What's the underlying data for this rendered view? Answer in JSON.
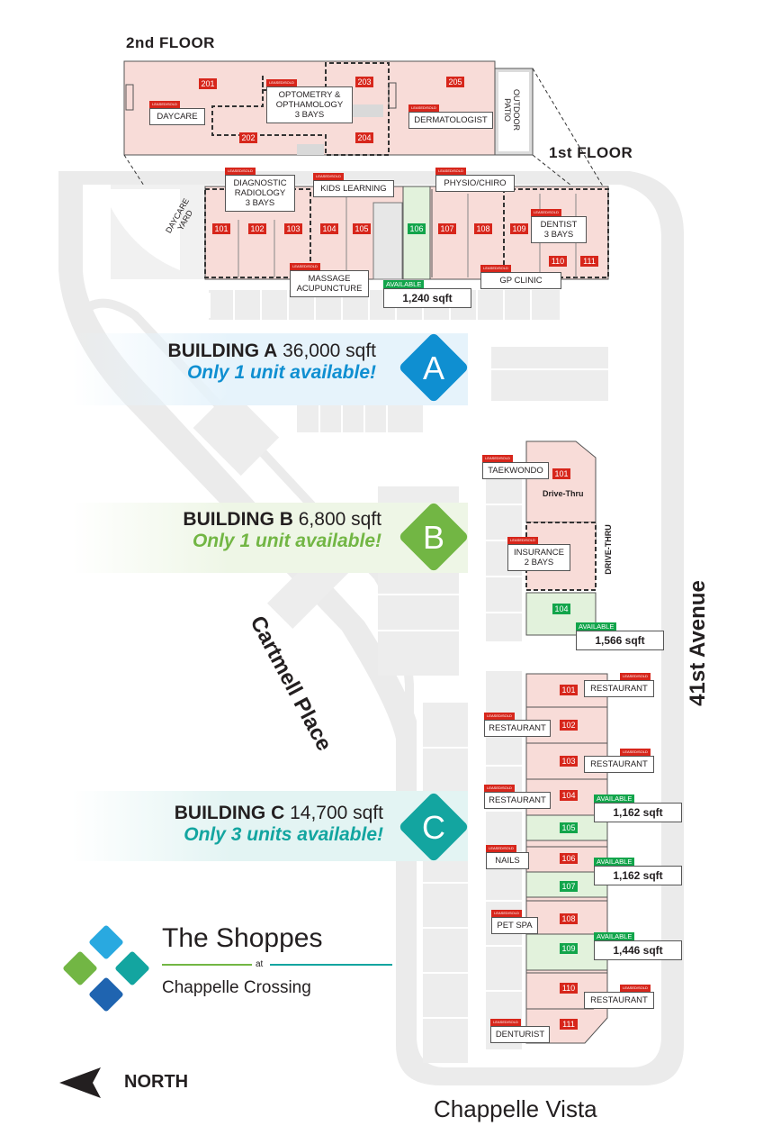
{
  "floors": {
    "second": "2nd FLOOR",
    "first": "1st FLOOR"
  },
  "tag_text": {
    "leased": "LEASED/SOLD",
    "available": "AVAILABLE"
  },
  "colors": {
    "leased": "#f8dcd8",
    "available": "#e2f2dc",
    "red_tag": "#d7261b",
    "green_tag": "#12a54b",
    "A": "#0f8fd1",
    "B": "#72b644",
    "C": "#13a5a0",
    "road": "#ebebeb",
    "logo_blue": "#29a9e0",
    "logo_green": "#72b644",
    "logo_teal": "#13a5a0",
    "logo_navy": "#1f64b0"
  },
  "second_floor": {
    "units": [
      {
        "num": "201",
        "status": "leased"
      },
      {
        "num": "202",
        "status": "leased"
      },
      {
        "num": "203",
        "status": "leased"
      },
      {
        "num": "204",
        "status": "leased"
      },
      {
        "num": "205",
        "status": "leased"
      }
    ],
    "tenants": [
      "DAYCARE",
      "OPTOMETRY &\nOPTHAMOLOGY\n3 BAYS",
      "DERMATOLOGIST"
    ],
    "patio": "OUTDOOR\nPATIO"
  },
  "building_a": {
    "heading_bold": "BUILDING A",
    "heading_size": " 36,000 sqft",
    "availability": "Only 1 unit available!",
    "badge": "A",
    "units": [
      {
        "num": "101",
        "status": "leased"
      },
      {
        "num": "102",
        "status": "leased"
      },
      {
        "num": "103",
        "status": "leased"
      },
      {
        "num": "104",
        "status": "leased"
      },
      {
        "num": "105",
        "status": "leased"
      },
      {
        "num": "106",
        "status": "available"
      },
      {
        "num": "107",
        "status": "leased"
      },
      {
        "num": "108",
        "status": "leased"
      },
      {
        "num": "109",
        "status": "leased"
      },
      {
        "num": "110",
        "status": "leased"
      },
      {
        "num": "111",
        "status": "leased"
      }
    ],
    "tenants": [
      "DIAGNOSTIC\nRADIOLOGY\n3 BAYS",
      "KIDS LEARNING",
      "PHYSIO/CHIRO",
      "DENTIST\n3 BAYS",
      "MASSAGE\nACUPUNCTURE",
      "GP CLINIC"
    ],
    "yard": "DAYCARE\nYARD",
    "available_area": "1,240 sqft"
  },
  "building_b": {
    "heading_bold": "BUILDING B",
    "heading_size": " 6,800 sqft",
    "availability": "Only 1 unit available!",
    "badge": "B",
    "units": [
      {
        "num": "101",
        "status": "leased"
      },
      {
        "num": "104",
        "status": "available"
      }
    ],
    "tenants": [
      "TAEKWONDO",
      "INSURANCE\n2 BAYS"
    ],
    "drive_thru": "Drive-Thru",
    "drive_thru_lane": "DRIVE-THRU",
    "available_area": "1,566 sqft"
  },
  "building_c": {
    "heading_bold": "BUILDING C",
    "heading_size": " 14,700 sqft",
    "availability": "Only 3 units available!",
    "badge": "C",
    "units": [
      {
        "num": "101",
        "status": "leased"
      },
      {
        "num": "102",
        "status": "leased"
      },
      {
        "num": "103",
        "status": "leased"
      },
      {
        "num": "104",
        "status": "leased"
      },
      {
        "num": "105",
        "status": "available"
      },
      {
        "num": "106",
        "status": "leased"
      },
      {
        "num": "107",
        "status": "available"
      },
      {
        "num": "108",
        "status": "leased"
      },
      {
        "num": "109",
        "status": "available"
      },
      {
        "num": "110",
        "status": "leased"
      },
      {
        "num": "111",
        "status": "leased"
      }
    ],
    "tenants": [
      "RESTAURANT",
      "RESTAURANT",
      "RESTAURANT",
      "RESTAURANT",
      "NAILS",
      "PET SPA",
      "RESTAURANT",
      "DENTURIST"
    ],
    "available_areas": [
      "1,162 sqft",
      "1,162 sqft",
      "1,446 sqft"
    ]
  },
  "roads": {
    "avenue": "41st Avenue",
    "place": "Cartmell Place",
    "vista": "Chappelle Vista"
  },
  "north": "NORTH",
  "logo": {
    "title": "The Shoppes",
    "at": "at",
    "subtitle": "Chappelle Crossing"
  }
}
